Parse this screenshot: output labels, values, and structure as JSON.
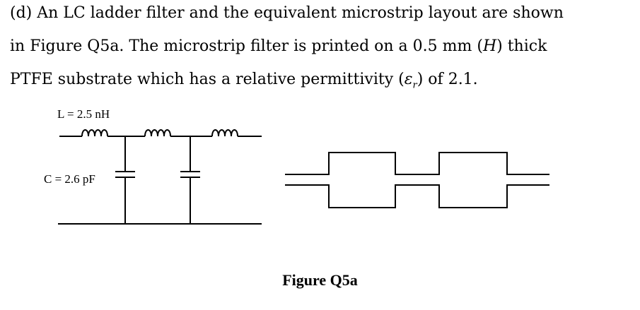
{
  "question": {
    "line1": "(d) An LC ladder filter and the equivalent microstrip layout are shown",
    "line2_a": "in Figure Q5a.  The microstrip filter is printed on a 0.5 mm (",
    "line2_H": "H",
    "line2_b": ") thick",
    "line3_a": "PTFE substrate which has a relative permittivity (",
    "line3_eps": "ε",
    "line3_r": "r",
    "line3_b": ") of 2.1."
  },
  "schematic": {
    "inductor_label": "L = 2.5 nH",
    "capacitor_label": "C = 2.6 pF"
  },
  "caption": "Figure Q5a"
}
